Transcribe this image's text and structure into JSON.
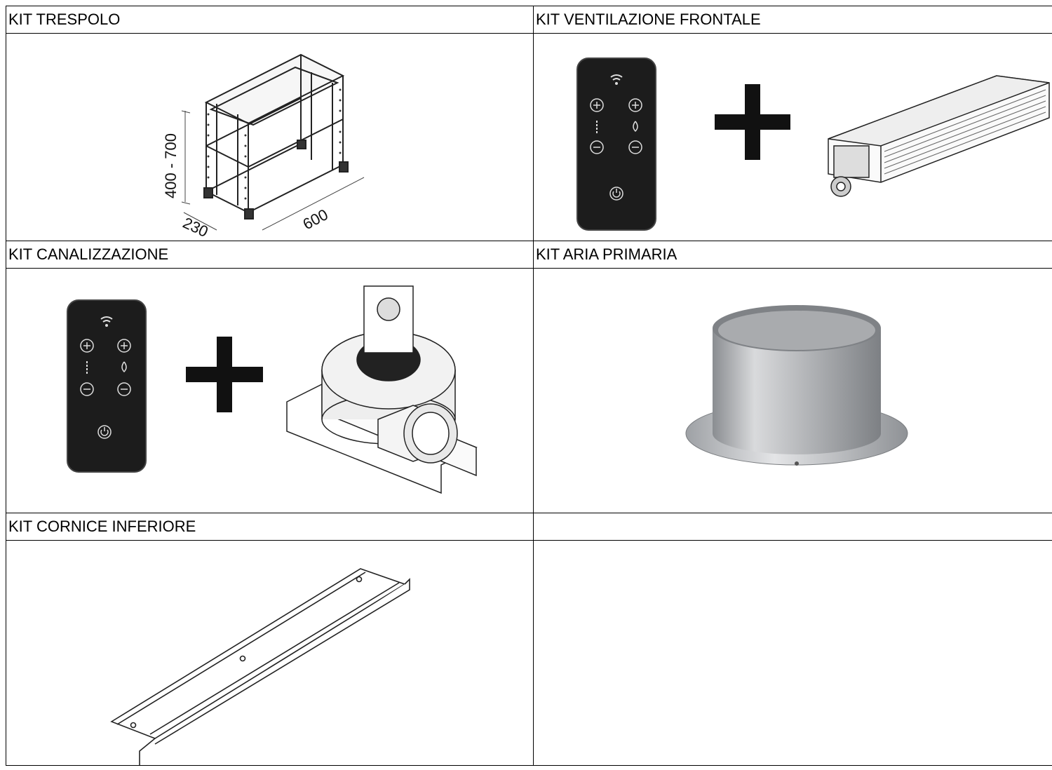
{
  "kits": [
    {
      "title": "KIT TRESPOLO",
      "dimensions": {
        "height": "400 - 700",
        "depth": "230",
        "width": "600"
      }
    },
    {
      "title": "KIT VENTILAZIONE FRONTALE"
    },
    {
      "title": "KIT CANALIZZAZIONE"
    },
    {
      "title": "KIT ARIA PRIMARIA"
    },
    {
      "title": "KIT CORNICE INFERIORE"
    },
    {
      "title": ""
    }
  ],
  "icons": [
    "remote-control-icon",
    "plus-sign-icon",
    "tangential-fan-icon",
    "centrifugal-fan-icon",
    "air-collar-icon",
    "frame-bar-icon",
    "stand-frame-icon"
  ]
}
